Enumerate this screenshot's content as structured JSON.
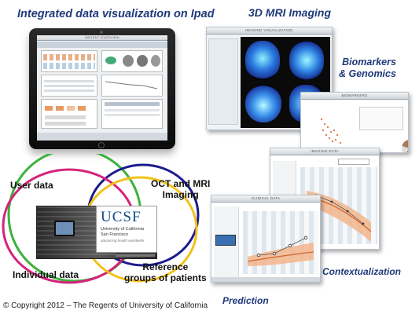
{
  "headings": {
    "ipad": "Integrated data visualization on Ipad",
    "mri": "3D  MRI Imaging",
    "biomarkers_line1": "Biomarkers",
    "biomarkers_line2": "& Genomics",
    "contextualization": "Contextualization",
    "prediction": "Prediction"
  },
  "venn": {
    "user_data": "User data",
    "oct_line1": "OCT and MRI",
    "oct_line2": "Imaging",
    "individual_data": "Individual data",
    "reference_line1": "Reference",
    "reference_line2": "groups of patients",
    "circle_colors": [
      "#3db23d",
      "#1b1b8f",
      "#d4237a",
      "#f2c21a"
    ]
  },
  "ucsf": {
    "logo": "UCSF",
    "line1": "University of California",
    "line2": "San Francisco",
    "tagline": "advancing health worldwide"
  },
  "screens": {
    "ipad_title": "PATIENT OVERVIEW",
    "mri_title": "IMAGING VISUALIZATION",
    "bio_title": "BIOMARKERS",
    "ctx_title": "IMAGING DATA",
    "pred_title": "CLINICAL DATA"
  },
  "copyright": "© Copyright  2012 – The Regents of University of California"
}
